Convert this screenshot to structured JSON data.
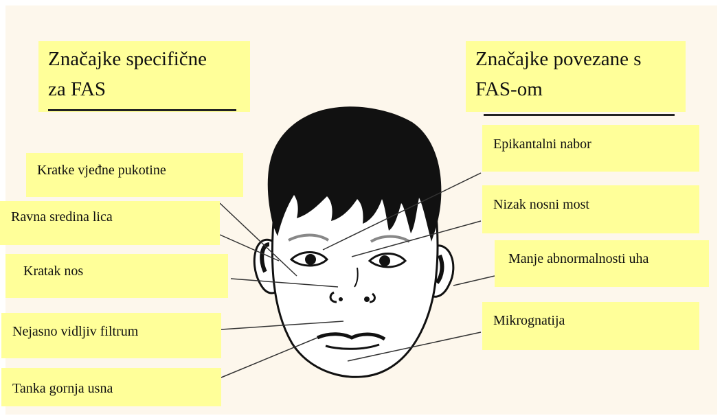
{
  "headings": {
    "left": [
      "Značajke specifične",
      "za FAS"
    ],
    "right": [
      "Značajke povezane s",
      "FAS-om"
    ]
  },
  "labels": {
    "short_palpebral": "Kratke vjeđne pukotine",
    "flat_midface": "Ravna sredina lica",
    "short_nose": "Kratak nos",
    "philtrum": "Nejasno vidljiv filtrum",
    "thin_lip": "Tanka gornja usna",
    "epicanthal": "Epikantalni nabor",
    "nasal_bridge": "Nizak nosni most",
    "ear": "Manje abnormalnosti uha",
    "micrognathia": "Mikrognatija"
  },
  "colors": {
    "label_fill": "#ffff99",
    "background": "#fdf7ec"
  }
}
